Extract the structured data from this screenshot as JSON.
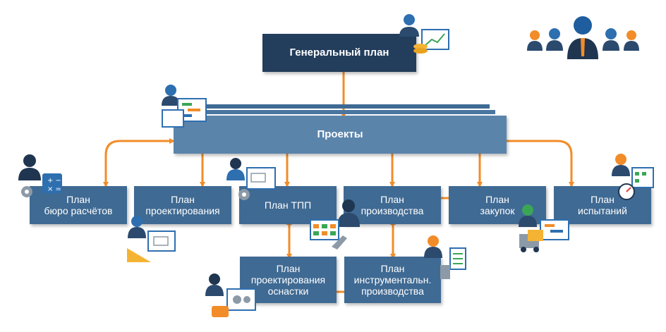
{
  "boxes": {
    "general": "Генеральный план",
    "projects": "Проекты",
    "bureau": "План\nбюро расчётов",
    "design": "План\nпроектирования",
    "tpp": "План ТПП",
    "production": "План\nпроизводства",
    "purchases": "План\nзакупок",
    "tests": "План\nиспытаний",
    "tooling": "План\nпроектирования\nоснастки",
    "instrument": "План\nинструментальн.\nпроизводства"
  },
  "colors": {
    "dark_box": "#233d5c",
    "box": "#3f6a93",
    "projects_box": "#5b84ab",
    "arrow": "#f28c28"
  },
  "icons": [
    "management-team-icon",
    "executive-chart-icon",
    "project-manager-icon",
    "calculator-engineer-icon",
    "designer-drawing-icon",
    "tpp-engineer-icon",
    "production-planner-icon",
    "purchases-delivery-icon",
    "tests-gauge-icon",
    "tooling-designer-icon",
    "toolmaker-checklist-icon"
  ]
}
